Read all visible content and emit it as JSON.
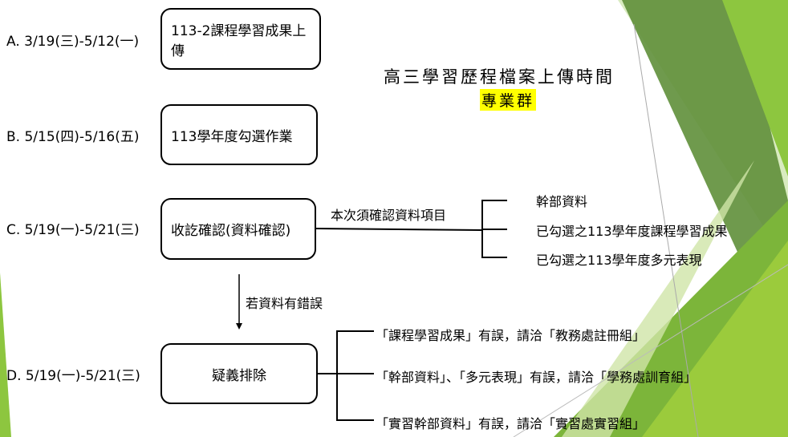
{
  "title": "高三學習歷程檔案上傳時間",
  "subtitle": "專業群",
  "colors": {
    "accent_green": "#8dc63f",
    "dark_green": "#5a8f2e",
    "highlight": "#ffff00"
  },
  "steps": [
    {
      "date": "A. 3/19(三)-5/12(一)",
      "task": "113-2課程學習成果上傳"
    },
    {
      "date": "B. 5/15(四)-5/16(五)",
      "task": "113學年度勾選作業"
    },
    {
      "date": "C. 5/19(一)-5/21(三)",
      "task": "收訖確認(資料確認)"
    },
    {
      "date": "D. 5/19(一)-5/21(三)",
      "task": "疑義排除"
    }
  ],
  "confirm": {
    "label": "本次須確認資料項目",
    "items": [
      "幹部資料",
      "已勾選之113學年度課程學習成果",
      "已勾選之113學年度多元表現"
    ]
  },
  "error_arrow_label": "若資料有錯誤",
  "contacts": [
    "「課程學習成果」有誤，請洽「教務處註冊組」",
    "「幹部資料」、「多元表現」有誤，請洽「學務處訓育組」",
    "「實習幹部資料」有誤，請洽「實習處實習組」"
  ]
}
